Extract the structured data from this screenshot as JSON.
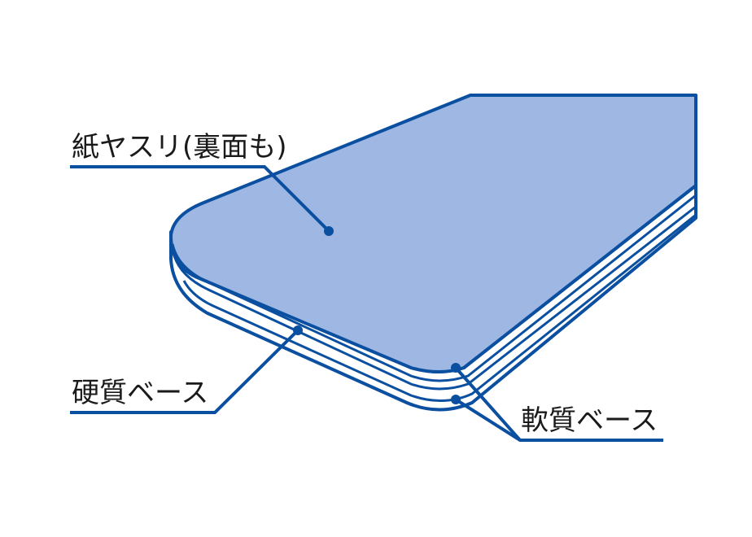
{
  "labels": {
    "sandpaper": "紙ヤスリ(裏面も)",
    "hard_base": "硬質ベース",
    "soft_base": "軟質ベース"
  },
  "colors": {
    "outline": "#0a4fa0",
    "top_fill": "#9fb7e3",
    "side_fill": "#ffffff",
    "text": "#1a1a1a"
  }
}
